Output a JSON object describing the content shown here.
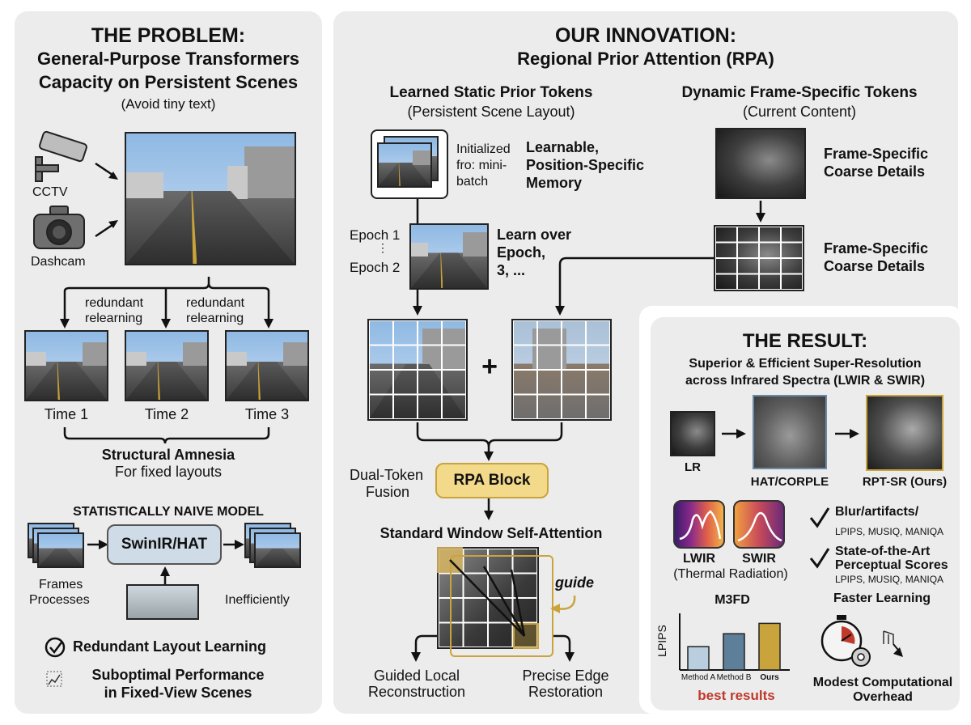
{
  "problem": {
    "heading": "THE PROBLEM:",
    "title_line1": "General-Purpose Transformers",
    "title_line2": "Capacity on Persistent Scenes",
    "note": "(Avoid tiny text)",
    "cctv": "CCTV",
    "dashcam": "Dashcam",
    "redundant1": "redundant",
    "relearning1": "relearning",
    "redundant2": "redundant",
    "relearning2": "relearning",
    "time1": "Time 1",
    "time2": "Time 2",
    "time3": "Time 3",
    "amnesia": "Structural Amnesia",
    "amnesia_sub": "For fixed layouts",
    "naive": "STATISTICALLY NAIVE MODEL",
    "swin": "SwinIR/HAT",
    "frames": "Frames",
    "processes": "Processes",
    "inefficiently": "Inefficiently",
    "bullet1": "Redundant Layout Learning",
    "bullet2_line1": "Suboptimal Performance",
    "bullet2_line2": "in Fixed-View Scenes"
  },
  "innovation": {
    "heading": "OUR INNOVATION:",
    "title": "Regional Prior Attention (RPA)",
    "static_title": "Learned Static Prior Tokens",
    "static_sub": "(Persistent Scene Layout)",
    "dynamic_title": "Dynamic Frame-Specific Tokens",
    "dynamic_sub": "(Current Content)",
    "init1": "Initialized",
    "init2": "fro: mini-",
    "init3": "batch",
    "learnable1": "Learnable,",
    "learnable2": "Position-Specific",
    "learnable3": "Memory",
    "epoch1": "Epoch 1",
    "epoch2": "Epoch 2",
    "learn1": "Learn over",
    "learn2": "Epoch,",
    "learn3": "3, ...",
    "fs1_line1": "Frame-Specific",
    "fs1_line2": "Coarse Details",
    "fs2_line1": "Frame-Specific",
    "fs2_line2": "Coarse Details",
    "plus": "+",
    "dual1": "Dual-Token",
    "dual2": "Fusion",
    "rpa": "RPA Block",
    "swsa": "Standard Window Self-Attention",
    "guide": "guide",
    "glr1": "Guided Local",
    "glr2": "Reconstruction",
    "per1": "Precise Edge",
    "per2": "Restoration"
  },
  "result": {
    "heading": "THE RESULT:",
    "sub1": "Superior & Efficient Super-Resolution",
    "sub2": "across Infrared Spectra (LWIR & SWIR)",
    "lr": "LR",
    "hat": "HAT/CORPLE",
    "rpt": "RPT-SR (Ours)",
    "check1": "Blur/artifacts/",
    "check1_sub": "LPIPS, MUSIQ, MANIQA",
    "check2_line1": "State-of-the-Art",
    "check2_line2": "Perceptual Scores",
    "check2_sub": "LPIPS, MUSIQ, MANIQA",
    "lwir": "LWIR",
    "swir": "SWIR",
    "thermal": "(Thermal Radiation)",
    "faster": "Faster Learning",
    "modest1": "Modest Computational",
    "modest2": "Overhead",
    "best": "best results",
    "colors": {
      "gold": "#c9a43c",
      "blue": "#5e7f99",
      "lightblue": "#b9cfe0",
      "red": "#c0392b"
    }
  },
  "chart_data": {
    "type": "bar",
    "title": "M3FD",
    "ylabel": "LPIPS",
    "categories": [
      "Method A",
      "Method B",
      "Ours"
    ],
    "values": [
      0.45,
      0.7,
      0.9
    ],
    "ylim": [
      0,
      1
    ],
    "colors": [
      "#b9cfe0",
      "#5e7f99",
      "#c9a43c"
    ]
  }
}
